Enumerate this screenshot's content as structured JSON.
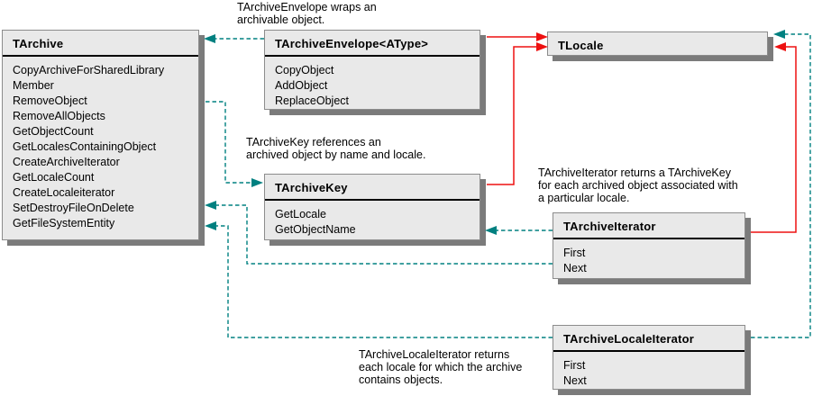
{
  "classes": {
    "tarchive": {
      "title": "TArchive",
      "methods": [
        "CopyArchiveForSharedLibrary",
        "Member",
        "RemoveObject",
        "RemoveAllObjects",
        "GetObjectCount",
        "GetLocalesContainingObject",
        "CreateArchiveIterator",
        "GetLocaleCount",
        "CreateLocaleiterator",
        "SetDestroyFileOnDelete",
        "GetFileSystemEntity"
      ]
    },
    "tarchive_envelope": {
      "title": "TArchiveEnvelope<AType>",
      "methods": [
        "CopyObject",
        "AddObject",
        "ReplaceObject"
      ]
    },
    "tlocale": {
      "title": "TLocale",
      "methods": []
    },
    "tarchive_key": {
      "title": "TArchiveKey",
      "methods": [
        "GetLocale",
        "GetObjectName"
      ]
    },
    "tarchive_iterator": {
      "title": "TArchiveIterator",
      "methods": [
        "First",
        "Next"
      ]
    },
    "tarchive_locale_iterator": {
      "title": "TArchiveLocaleIterator",
      "methods": [
        "First",
        "Next"
      ]
    }
  },
  "annotations": {
    "envelope_note": [
      "TArchiveEnvelope wraps an",
      "archivable object."
    ],
    "key_note": [
      "TArchiveKey references an",
      "archived object by name and locale."
    ],
    "iterator_note": [
      "TArchiveIterator returns a TArchiveKey",
      "for each archived object associated with",
      "a particular locale."
    ],
    "locale_iterator_note": [
      "TArchiveLocaleIterator returns",
      "each locale for which the archive",
      "contains objects."
    ]
  },
  "connections": [
    {
      "from": "TArchiveEnvelope",
      "to": "TArchive",
      "style": "dashed",
      "color": "#008080"
    },
    {
      "from": "TArchive",
      "to": "TArchiveKey",
      "style": "dashed",
      "color": "#008080"
    },
    {
      "from": "TArchiveIterator",
      "to": "TArchiveKey",
      "style": "dashed",
      "color": "#008080"
    },
    {
      "from": "TArchiveIterator",
      "to": "TArchive",
      "style": "dashed",
      "color": "#008080"
    },
    {
      "from": "TArchiveLocaleIterator",
      "to": "TArchive",
      "style": "dashed",
      "color": "#008080"
    },
    {
      "from": "TArchiveLocaleIterator",
      "to": "TLocale",
      "style": "dashed",
      "color": "#008080"
    },
    {
      "from": "TArchiveEnvelope",
      "to": "TLocale",
      "style": "solid",
      "color": "#ee1111"
    },
    {
      "from": "TArchiveKey",
      "to": "TLocale",
      "style": "solid",
      "color": "#ee1111"
    },
    {
      "from": "TArchiveIterator",
      "to": "TLocale",
      "style": "solid",
      "color": "#ee1111"
    }
  ],
  "colors": {
    "dashed_link": "#008080",
    "solid_link": "#ee1111",
    "box_fill": "#e9e9e9",
    "box_border": "#8c8c8c",
    "box_shadow": "#7b7b7b"
  }
}
